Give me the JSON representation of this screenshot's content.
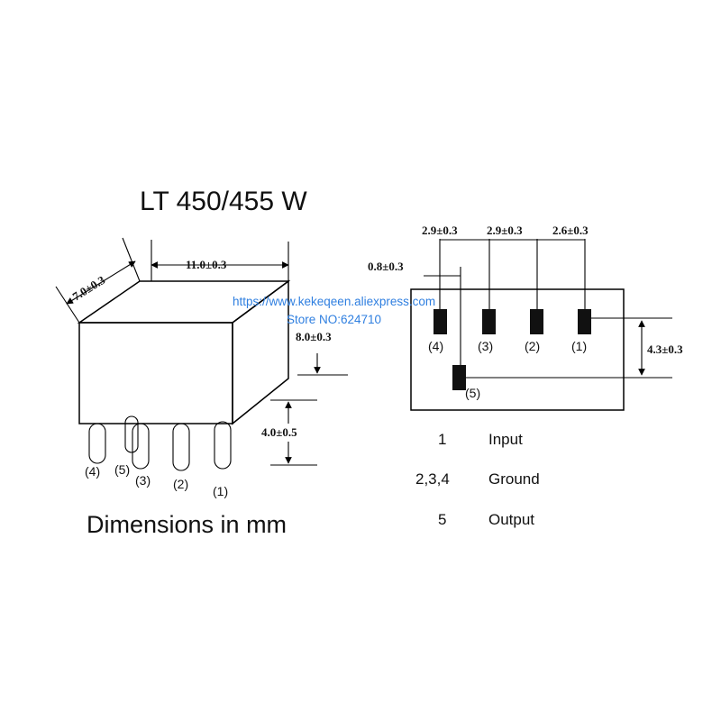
{
  "title": "LT 450/455 W",
  "footer": "Dimensions in mm",
  "watermark": {
    "url": "https://www.kekeqeen.aliexpress.com",
    "store": "Store NO:624710",
    "color": "#2f7fe0"
  },
  "side_view": {
    "depth_label": "7.0±0.3",
    "width_label": "11.0±0.3",
    "height_label": "8.0±0.3",
    "pin_length_label": "4.0±0.5",
    "pins": [
      "(4)",
      "(5)",
      "(3)",
      "(2)",
      "(1)"
    ]
  },
  "footprint": {
    "spacing_labels": [
      "2.9±0.3",
      "2.9±0.3",
      "2.6±0.3"
    ],
    "offset_label": "0.8±0.3",
    "vertical_label": "4.3±0.3",
    "pads": [
      "(4)",
      "(3)",
      "(2)",
      "(1)",
      "(5)"
    ]
  },
  "pin_table": [
    {
      "pin": "1",
      "function": "Input"
    },
    {
      "pin": "2,3,4",
      "function": "Ground"
    },
    {
      "pin": "5",
      "function": "Output"
    }
  ]
}
